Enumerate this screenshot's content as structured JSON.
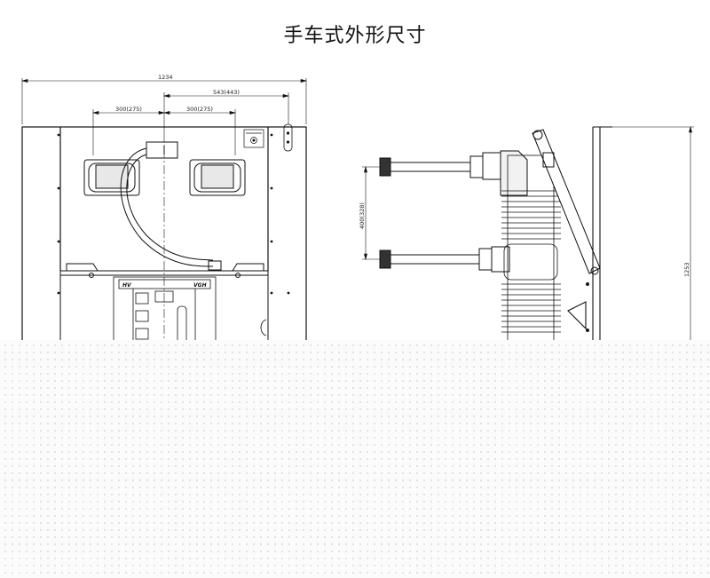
{
  "title": "手车式外形尺寸",
  "front_view": {
    "overall_width": "1234",
    "offset_dim": "543(443)",
    "pitch_left": "300(275)",
    "pitch_right": "300(275)",
    "bushing_left_label": "HV",
    "bushing_right_label": "VGH"
  },
  "side_view": {
    "vertical_pitch": "400(328)",
    "overall_height": "1253"
  }
}
